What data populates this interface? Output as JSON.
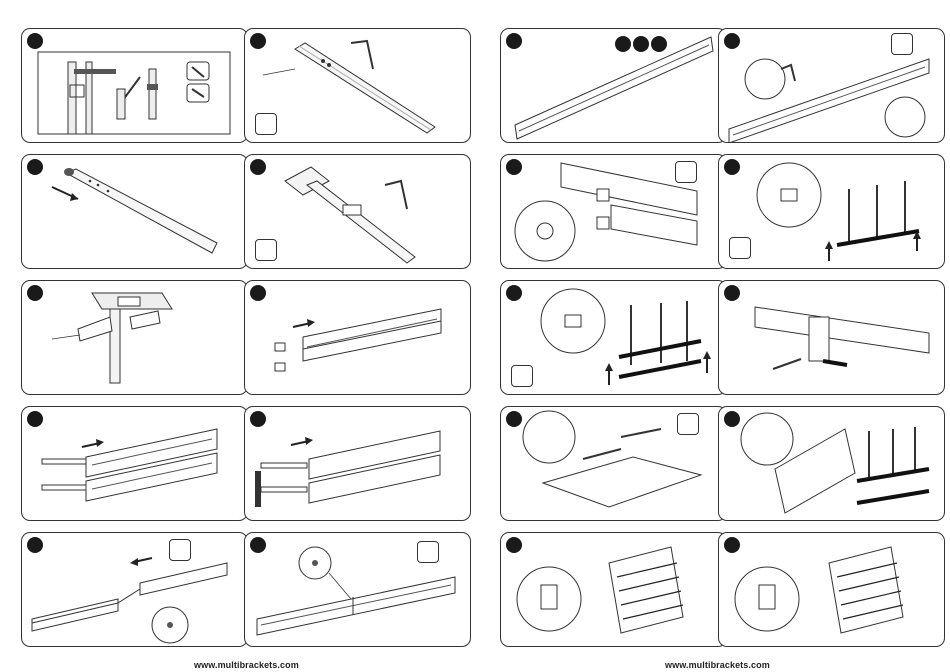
{
  "footer": {
    "left_url": "www.multibrackets.com",
    "right_url": "www.multibrackets.com"
  },
  "steps": [
    {
      "id": "step-1",
      "illustration": "ceiling-mount-installation"
    },
    {
      "id": "step-2",
      "illustration": "pole-screw-assembly"
    },
    {
      "id": "step-3",
      "illustration": "pole-end-cap"
    },
    {
      "id": "step-4",
      "illustration": "ceiling-plate-attach"
    },
    {
      "id": "step-5",
      "illustration": "pole-bracket"
    },
    {
      "id": "step-6",
      "illustration": "rail-insert-nuts"
    },
    {
      "id": "step-7",
      "illustration": "rail-insert-connectors"
    },
    {
      "id": "step-8",
      "illustration": "rail-insert-plates"
    },
    {
      "id": "step-9",
      "illustration": "rail-join"
    },
    {
      "id": "step-10",
      "illustration": "rail-joined"
    },
    {
      "id": "step-11",
      "illustration": "long-rail"
    },
    {
      "id": "step-12",
      "illustration": "rail-fix-screws"
    },
    {
      "id": "step-13",
      "illustration": "rail-pole-clamp"
    },
    {
      "id": "step-14",
      "illustration": "lift-rails"
    },
    {
      "id": "step-15",
      "illustration": "rail-grid"
    },
    {
      "id": "step-16",
      "illustration": "clamp-detail"
    },
    {
      "id": "step-17",
      "illustration": "screen-brackets"
    },
    {
      "id": "step-18",
      "illustration": "hang-screen"
    },
    {
      "id": "step-19",
      "illustration": "video-wall-adjust"
    },
    {
      "id": "step-20",
      "illustration": "video-wall-lock"
    }
  ],
  "icons": {
    "hex-key": "hex-key-icon",
    "screwdriver": "screwdriver-icon",
    "phillips": "phillips-plus-icon",
    "circles": "step-reference-circles"
  }
}
